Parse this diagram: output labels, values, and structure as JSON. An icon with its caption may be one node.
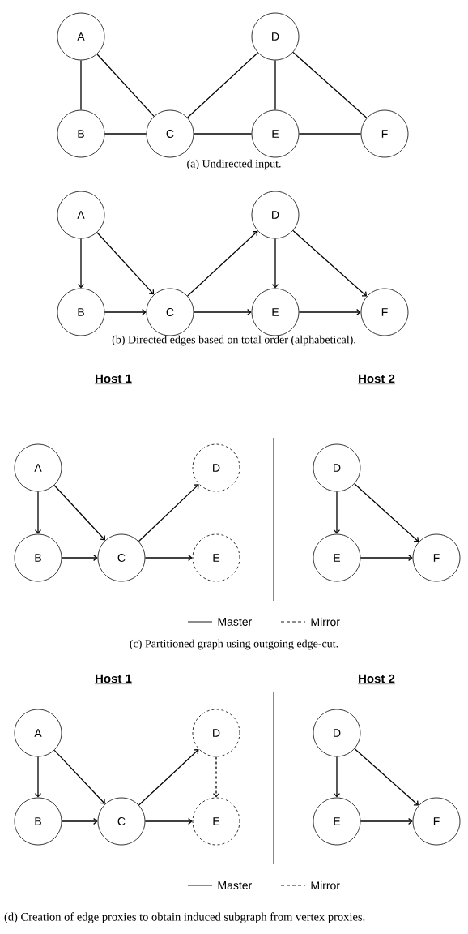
{
  "diagram": {
    "nodes": [
      {
        "text": [
          "A"
        ]
      },
      {
        "text": [
          "B"
        ]
      },
      {
        "text": [
          "C"
        ]
      },
      {
        "text": [
          "D"
        ]
      },
      {
        "text": [
          "E"
        ]
      },
      {
        "text": [
          "F"
        ]
      },
      {
        "text": [
          "A"
        ]
      },
      {
        "text": [
          "B"
        ]
      },
      {
        "text": [
          "C"
        ]
      },
      {
        "text": [
          "D"
        ]
      },
      {
        "text": [
          "E"
        ]
      },
      {
        "text": [
          "F"
        ]
      },
      {
        "text": [
          "A"
        ]
      },
      {
        "text": [
          "B"
        ]
      },
      {
        "text": [
          "C"
        ]
      },
      {
        "text": [
          "D"
        ]
      },
      {
        "text": [
          "E"
        ]
      },
      {
        "text": [
          "D"
        ]
      },
      {
        "text": [
          "E"
        ]
      },
      {
        "text": [
          "F"
        ]
      },
      {
        "text": [
          "A"
        ]
      },
      {
        "text": [
          "B"
        ]
      },
      {
        "text": [
          "C"
        ]
      },
      {
        "text": [
          "D"
        ]
      },
      {
        "text": [
          "E"
        ]
      },
      {
        "text": [
          "D"
        ]
      },
      {
        "text": [
          "E"
        ]
      },
      {
        "text": [
          "F"
        ]
      }
    ],
    "edges": [
      {
        "from": 0,
        "to": 1,
        "arrow": "none"
      },
      {
        "from": 0,
        "to": 2,
        "arrow": "none"
      },
      {
        "from": 1,
        "to": 2,
        "arrow": "none"
      },
      {
        "from": 2,
        "to": 3,
        "arrow": "none"
      },
      {
        "from": 2,
        "to": 4,
        "arrow": "none"
      },
      {
        "from": 3,
        "to": 4,
        "arrow": "none"
      },
      {
        "from": 3,
        "to": 5,
        "arrow": "none"
      },
      {
        "from": 4,
        "to": 5,
        "arrow": "none"
      },
      {
        "from": 6,
        "to": 7,
        "arrow": "to"
      },
      {
        "from": 6,
        "to": 8,
        "arrow": "to"
      },
      {
        "from": 7,
        "to": 8,
        "arrow": "to"
      },
      {
        "from": 8,
        "to": 9,
        "arrow": "to"
      },
      {
        "from": 8,
        "to": 10,
        "arrow": "to"
      },
      {
        "from": 9,
        "to": 10,
        "arrow": "to"
      },
      {
        "from": 9,
        "to": 11,
        "arrow": "to"
      },
      {
        "from": 10,
        "to": 11,
        "arrow": "to"
      },
      {
        "from": 12,
        "to": 13,
        "arrow": "to"
      },
      {
        "from": 12,
        "to": 14,
        "arrow": "to"
      },
      {
        "from": 13,
        "to": 14,
        "arrow": "to"
      },
      {
        "from": 14,
        "to": 15,
        "arrow": "to"
      },
      {
        "from": 14,
        "to": 16,
        "arrow": "to"
      },
      {
        "from": 17,
        "to": 18,
        "arrow": "to"
      },
      {
        "from": 17,
        "to": 19,
        "arrow": "to"
      },
      {
        "from": 18,
        "to": 19,
        "arrow": "to"
      },
      {
        "from": 20,
        "to": 21,
        "arrow": "to"
      },
      {
        "from": 20,
        "to": 22,
        "arrow": "to"
      },
      {
        "from": 21,
        "to": 22,
        "arrow": "to"
      },
      {
        "from": 22,
        "to": 23,
        "arrow": "to"
      },
      {
        "from": 22,
        "to": 24,
        "arrow": "to"
      },
      {
        "from": 23,
        "to": 24,
        "arrow": "to",
        "style": "dashed"
      },
      {
        "from": 25,
        "to": 26,
        "arrow": "to"
      },
      {
        "from": 25,
        "to": 27,
        "arrow": "to"
      },
      {
        "from": 26,
        "to": 27,
        "arrow": "to"
      }
    ],
    "labels": [
      "(a) Undirected input.",
      "(b) Directed edges based on total order (alphabetical).",
      "Host 1",
      "Host 2",
      "(c) Partitioned graph using outgoing edge-cut.",
      "Host 1",
      "Host 2",
      "(d) Creation of edge proxies to obtain induced subgraph from vertex proxies."
    ],
    "legend": [
      {
        "text": "Master"
      },
      {
        "text": "Mirror"
      },
      {
        "text": "Master"
      },
      {
        "text": "Mirror"
      }
    ]
  }
}
